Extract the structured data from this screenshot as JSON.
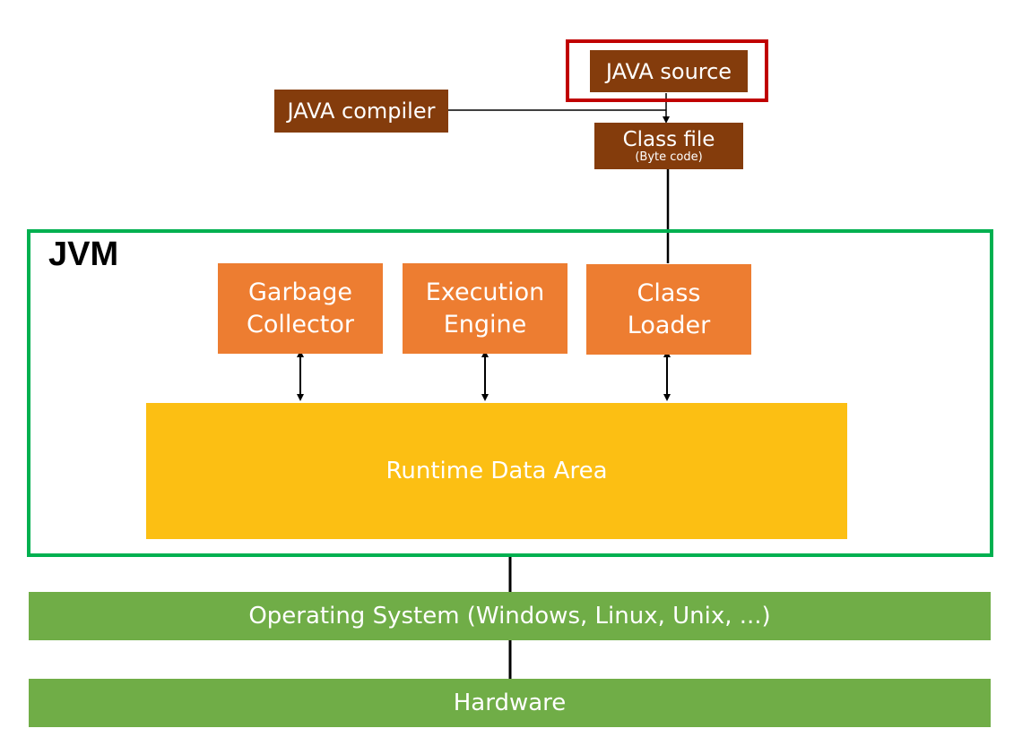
{
  "diagram": {
    "source": {
      "label": "JAVA source"
    },
    "compiler": {
      "label": "JAVA compiler"
    },
    "class_file": {
      "label": "Class file",
      "sublabel": "(Byte code)"
    },
    "jvm": {
      "title": "JVM",
      "components": {
        "garbage_collector": {
          "line1": "Garbage",
          "line2": "Collector"
        },
        "execution_engine": {
          "line1": "Execution",
          "line2": "Engine"
        },
        "class_loader": {
          "line1": "Class",
          "line2": "Loader"
        }
      },
      "runtime_data_area": {
        "label": "Runtime Data Area"
      }
    },
    "operating_system": {
      "label": "Operating System (Windows, Linux, Unix, ...)"
    },
    "hardware": {
      "label": "Hardware"
    }
  },
  "colors": {
    "dark_brown": "#843c0c",
    "orange": "#ed7d31",
    "yellow": "#fcbf13",
    "green": "#70ad47",
    "highlight_red": "#c00000",
    "jvm_frame_green": "#00b050"
  }
}
